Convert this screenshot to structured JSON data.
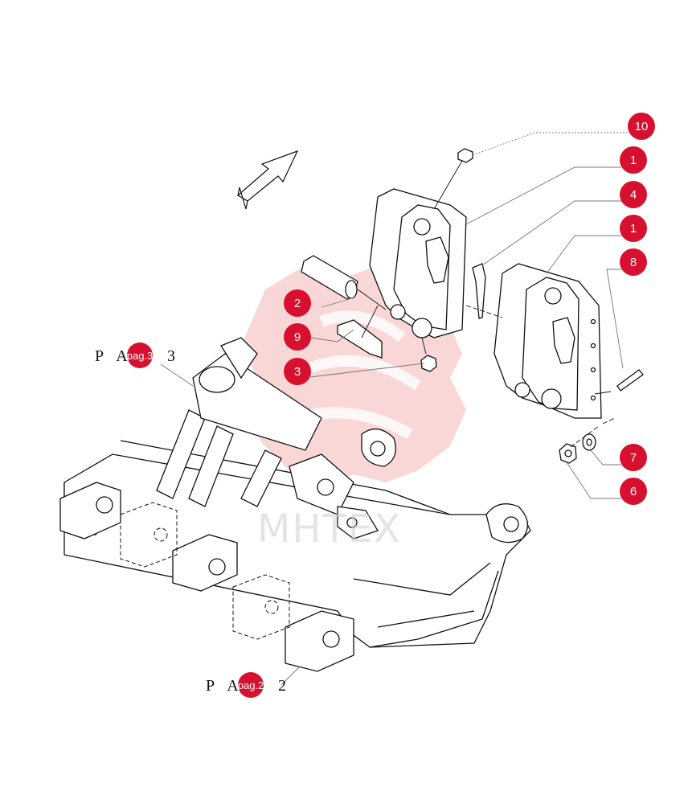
{
  "colors": {
    "accent": "#d6102e",
    "line": "#111111",
    "leader": "#777777",
    "logo": "#f2a0a0"
  },
  "callouts": [
    {
      "label": "10"
    },
    {
      "label": "1"
    },
    {
      "label": "4"
    },
    {
      "label": "1"
    },
    {
      "label": "8"
    },
    {
      "label": "2"
    },
    {
      "label": "9"
    },
    {
      "label": "3"
    },
    {
      "label": "7"
    },
    {
      "label": "6"
    }
  ],
  "references": [
    {
      "prefix": "P A",
      "badge": "pag.3",
      "suffix": "3"
    },
    {
      "prefix": "P A",
      "badge": "pag.2",
      "suffix": "2"
    }
  ],
  "watermark": "MHTEX"
}
